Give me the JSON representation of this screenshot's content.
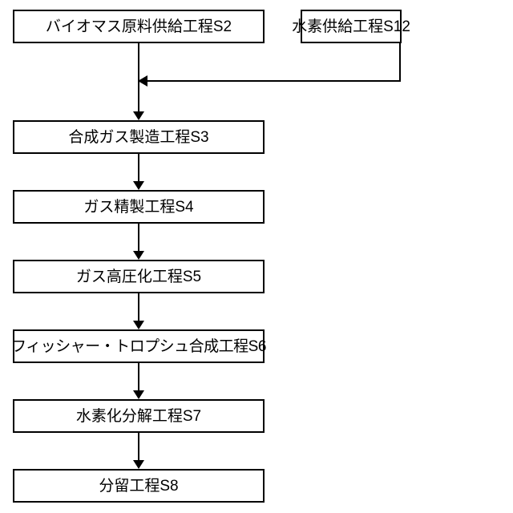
{
  "diagram": {
    "title": "",
    "type": "process-flowchart",
    "background_color": "#ffffff",
    "line_color": "#000000",
    "box_fill_color": "#ffffff",
    "nodes": [
      {
        "id": "S2",
        "label": "バイオマス原料供給工程S2"
      },
      {
        "id": "S12",
        "label": "水素供給工程S12"
      },
      {
        "id": "S3",
        "label": "合成ガス製造工程S3"
      },
      {
        "id": "S4",
        "label": "ガス精製工程S4"
      },
      {
        "id": "S5",
        "label": "ガス高圧化工程S5"
      },
      {
        "id": "S6",
        "label": "フィッシャー・トロプシュ合成工程S6"
      },
      {
        "id": "S7",
        "label": "水素化分解工程S7"
      },
      {
        "id": "S8",
        "label": "分留工程S8"
      }
    ],
    "edges": [
      {
        "from": "S2",
        "to": "S3",
        "style": "straight-down-arrow"
      },
      {
        "from": "S12",
        "to": "S3",
        "style": "elbow-left-arrow"
      },
      {
        "from": "S3",
        "to": "S4",
        "style": "straight-down-arrow"
      },
      {
        "from": "S4",
        "to": "S5",
        "style": "straight-down-arrow"
      },
      {
        "from": "S5",
        "to": "S6",
        "style": "straight-down-arrow"
      },
      {
        "from": "S6",
        "to": "S7",
        "style": "straight-down-arrow"
      },
      {
        "from": "S7",
        "to": "S8",
        "style": "straight-down-arrow"
      }
    ]
  }
}
